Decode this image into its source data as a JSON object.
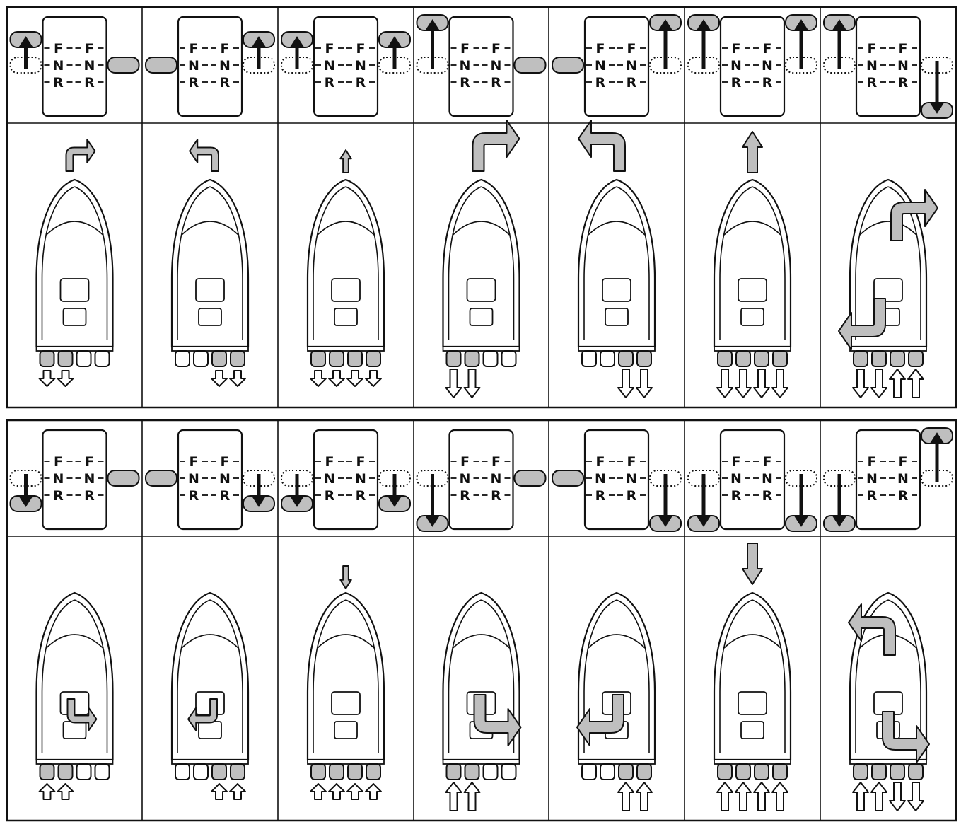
{
  "lever_labels": [
    "F",
    "N",
    "R"
  ],
  "rows": [
    {
      "name": "forward-maneuvers",
      "panels": [
        {
          "port_lever": "F",
          "stbd_lever": "N",
          "motion": "forward-right",
          "motion_size": "small",
          "props": [
            "F",
            "F",
            "N",
            "N"
          ]
        },
        {
          "port_lever": "N",
          "stbd_lever": "F",
          "motion": "forward-left",
          "motion_size": "small",
          "props": [
            "N",
            "N",
            "F",
            "F"
          ]
        },
        {
          "port_lever": "F",
          "stbd_lever": "F",
          "motion": "forward",
          "motion_size": "small",
          "props": [
            "F",
            "F",
            "F",
            "F"
          ]
        },
        {
          "port_lever": "F-full",
          "stbd_lever": "N",
          "motion": "forward-right",
          "motion_size": "large",
          "props": [
            "F",
            "F",
            "N",
            "N"
          ]
        },
        {
          "port_lever": "N",
          "stbd_lever": "F-full",
          "motion": "forward-left",
          "motion_size": "large",
          "props": [
            "N",
            "N",
            "F",
            "F"
          ]
        },
        {
          "port_lever": "F-full",
          "stbd_lever": "F-full",
          "motion": "forward",
          "motion_size": "large",
          "props": [
            "F",
            "F",
            "F",
            "F"
          ]
        },
        {
          "port_lever": "F-full",
          "stbd_lever": "R-full",
          "motion": "rotate-clockwise",
          "motion_size": "large",
          "props": [
            "F",
            "F",
            "R",
            "R"
          ]
        }
      ]
    },
    {
      "name": "reverse-maneuvers",
      "panels": [
        {
          "port_lever": "R",
          "stbd_lever": "N",
          "motion": "reverse-right",
          "motion_size": "small",
          "props": [
            "R",
            "R",
            "N",
            "N"
          ]
        },
        {
          "port_lever": "N",
          "stbd_lever": "R",
          "motion": "reverse-left",
          "motion_size": "small",
          "props": [
            "N",
            "N",
            "R",
            "R"
          ]
        },
        {
          "port_lever": "R",
          "stbd_lever": "R",
          "motion": "reverse",
          "motion_size": "small",
          "props": [
            "R",
            "R",
            "R",
            "R"
          ]
        },
        {
          "port_lever": "R-full",
          "stbd_lever": "N",
          "motion": "reverse-right",
          "motion_size": "large",
          "props": [
            "R",
            "R",
            "N",
            "N"
          ]
        },
        {
          "port_lever": "N",
          "stbd_lever": "R-full",
          "motion": "reverse-left",
          "motion_size": "large",
          "props": [
            "N",
            "N",
            "R",
            "R"
          ]
        },
        {
          "port_lever": "R-full",
          "stbd_lever": "R-full",
          "motion": "reverse",
          "motion_size": "large",
          "props": [
            "R",
            "R",
            "R",
            "R"
          ]
        },
        {
          "port_lever": "R-full",
          "stbd_lever": "F-full",
          "motion": "rotate-counterclockwise",
          "motion_size": "large",
          "props": [
            "R",
            "R",
            "F",
            "F"
          ]
        }
      ]
    }
  ],
  "colors": {
    "line": "#111111",
    "fill": "#bfbfbf",
    "background": "#ffffff"
  }
}
